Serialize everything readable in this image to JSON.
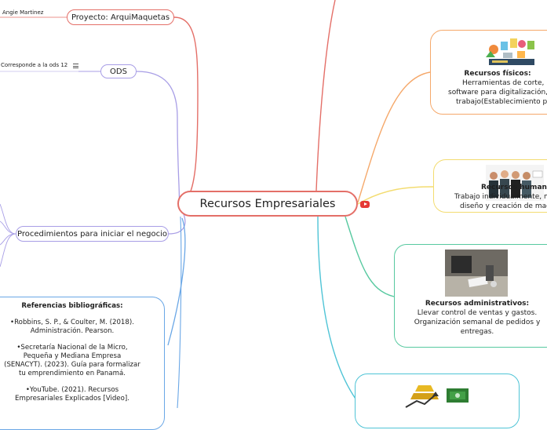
{
  "central": {
    "title": "Recursos Empresariales"
  },
  "left": {
    "proyecto": {
      "label": "Proyecto: ArquiMaquetas",
      "child": "Angie Martinez"
    },
    "ods": {
      "label": "ODS",
      "child": "Corresponde a la ods 12"
    },
    "procedimientos": {
      "label": "Procedimientos para iniciar el negocio"
    },
    "referencias": {
      "title": "Referencias bibliográficas:",
      "items": [
        "•Robbins, S. P., & Coulter, M. (2018). Administración. Pearson.",
        "•Secretaría Nacional de la Micro, Pequeña y Mediana Empresa (SENACYT). (2023). Guía para formalizar tu emprendimiento en Panamá.",
        "•YouTube. (2021). Recursos Empresariales Explicados [Video]."
      ]
    }
  },
  "right": {
    "fisicos": {
      "title": "Recursos físicos:",
      "line1": "Herramientas de corte, lap",
      "line2": "software para digitalización,",
      "line3": "trabajo(Establecimiento pr"
    },
    "humanos": {
      "title": "Recursos humanos:",
      "line1": "Trabajo individualmente, m",
      "line2": "diseño y creación de maq"
    },
    "administrativos": {
      "title": "Recursos administrativos:",
      "line1": "Llevar control de ventas y gastos.",
      "line2": "Organización semanal de pedidos y",
      "line3": "entregas."
    }
  },
  "colors": {
    "red": "#e46f68",
    "purple": "#a89ee6",
    "blue": "#6aa7e6",
    "orange": "#f5a86a",
    "yellow": "#f3dc70",
    "green": "#57c9a0",
    "teal": "#4fc4d6"
  },
  "icons": {
    "menu": "hamburger-icon",
    "video": "youtube-icon"
  }
}
